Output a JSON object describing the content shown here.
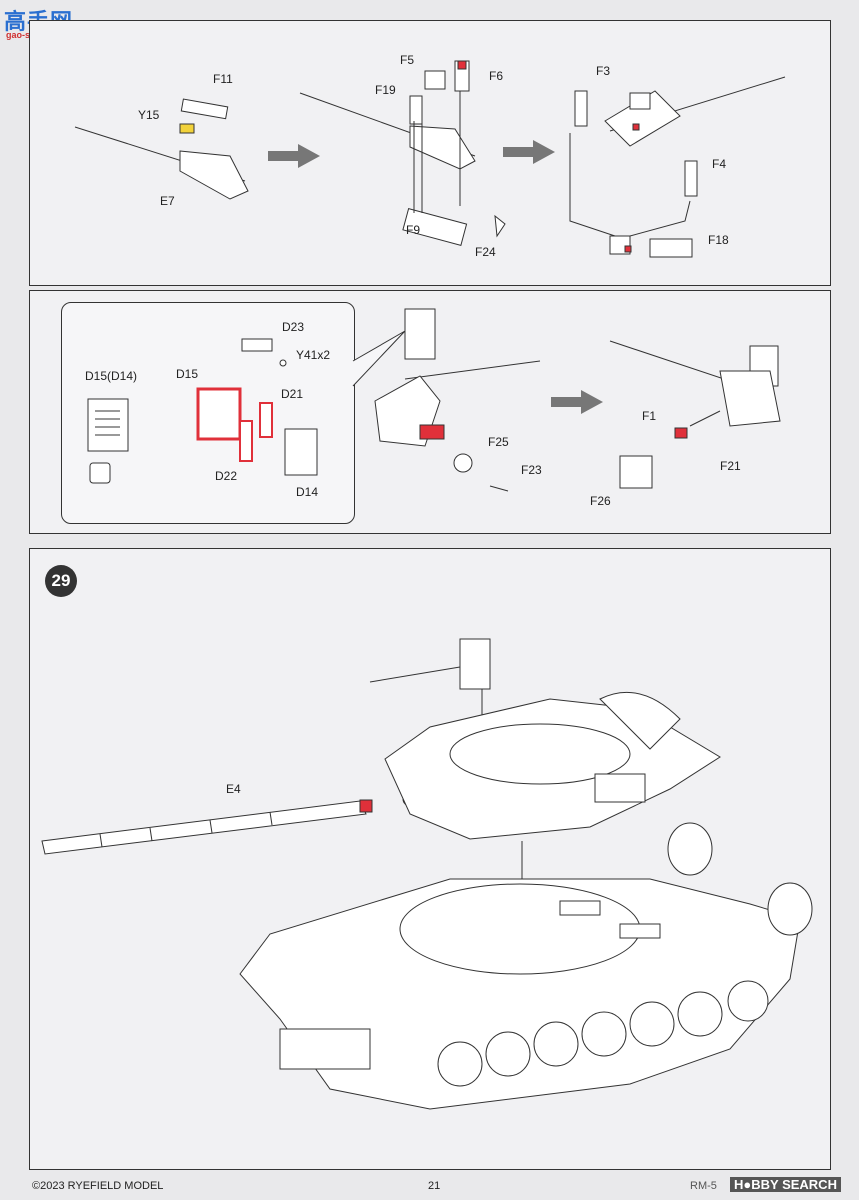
{
  "watermark": {
    "logo_chars": "高手网",
    "url": "gao-shou.com"
  },
  "panel1": {
    "labels": {
      "f11": "F11",
      "y15": "Y15",
      "e7": "E7",
      "f5": "F5",
      "f6": "F6",
      "f19": "F19",
      "f9": "F9",
      "f24": "F24",
      "f3": "F3",
      "f4": "F4",
      "f18": "F18"
    }
  },
  "panel2": {
    "inset_labels": {
      "d15_d14": "D15(D14)",
      "d15": "D15",
      "d23": "D23",
      "y41": "Y41x2",
      "d21": "D21",
      "d22": "D22",
      "d14": "D14"
    },
    "labels": {
      "f25": "F25",
      "f23": "F23",
      "f1": "F1",
      "f21": "F21",
      "f26": "F26"
    }
  },
  "step29": {
    "number": "29",
    "label_e4": "E4"
  },
  "footer": {
    "copyright": "©2023 RYEFIELD MODEL",
    "page": "21",
    "brand": "H●BBY SEARCH",
    "partial": "RM-5"
  },
  "colors": {
    "highlight": "#e0303a",
    "line": "#333333",
    "panel_bg": "#f1f1f3",
    "page_bg": "#e9e9eb"
  }
}
